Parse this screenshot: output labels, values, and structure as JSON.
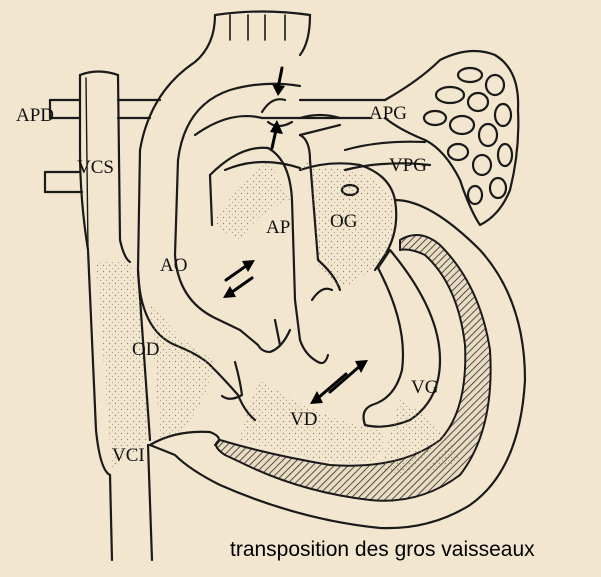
{
  "labels": {
    "apd": "APD",
    "vcs": "VCS",
    "apg": "APG",
    "vpg": "VPG",
    "ap": "AP",
    "og": "OG",
    "ao": "AO",
    "od": "OD",
    "vd": "VD",
    "vg": "VG",
    "vci": "VCI"
  },
  "caption": "transposition des gros vaisseaux",
  "colors": {
    "background": "#f2e6cf",
    "line": "#1a1a1a",
    "stipple": "#8a7a66"
  }
}
